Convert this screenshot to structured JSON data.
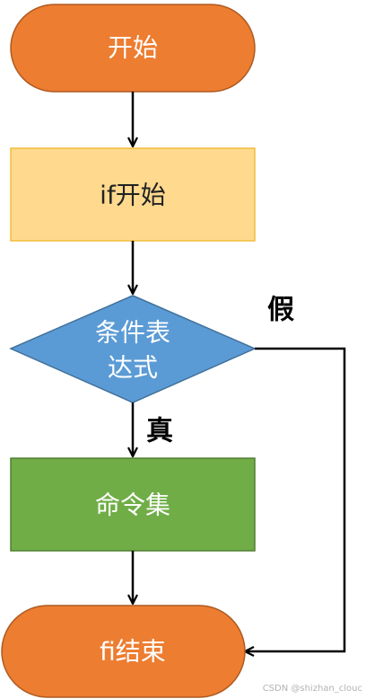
{
  "colors": {
    "terminal_fill": "#ED7D31",
    "terminal_stroke": "#AE5A21",
    "process_fill": "#FFD98E",
    "process_stroke": "#F0BD3C",
    "decision_fill": "#5B9BD5",
    "decision_stroke": "#41719C",
    "command_fill": "#70AD47",
    "command_stroke": "#507E32",
    "line": "#000000"
  },
  "nodes": {
    "start": {
      "label": "开始"
    },
    "if_start": {
      "label": "if开始"
    },
    "condition": {
      "label_line1": "条件表",
      "label_line2": "达式"
    },
    "commands": {
      "label": "命令集"
    },
    "end": {
      "label": "fi结束"
    }
  },
  "edge_labels": {
    "true": "真",
    "false": "假"
  },
  "watermark": "CSDN @shizhan_clouc"
}
